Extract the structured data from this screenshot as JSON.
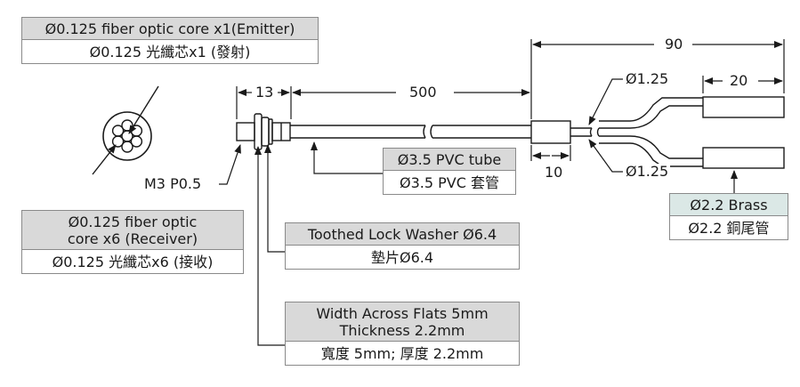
{
  "callouts": {
    "emitter": {
      "title": "Ø0.125 fiber optic core x1(Emitter)",
      "subtitle": "Ø0.125 光纖芯x1 (發射)"
    },
    "receiver": {
      "title_line1": "Ø0.125 fiber optic",
      "title_line2": "core x6 (Receiver)",
      "subtitle": "Ø0.125 光纖芯x6 (接收)"
    },
    "pvc": {
      "title": "Ø3.5 PVC tube",
      "subtitle": "Ø3.5 PVC 套管"
    },
    "washer": {
      "title": "Toothed Lock Washer Ø6.4",
      "subtitle": "墊片Ø6.4"
    },
    "nut": {
      "title_line1": "Width Across Flats 5mm",
      "title_line2": "Thickness 2.2mm",
      "subtitle": "寬度 5mm; 厚度 2.2mm"
    },
    "brass": {
      "title": "Ø2.2 Brass",
      "subtitle": "Ø2.2 銅尾管"
    }
  },
  "dimensions": {
    "overall_split": "90",
    "tip_length": "20",
    "cable_length": "500",
    "thread_length": "13",
    "splitter_length": "10",
    "branch_dia_top": "Ø1.25",
    "branch_dia_bottom": "Ø1.25",
    "thread_spec": "M3 P0.5"
  },
  "colors": {
    "line": "#1a1a1a",
    "box_border": "#8a8a8a",
    "header_gray": "#d9d9d9",
    "header_teal": "#dbe8e6"
  }
}
